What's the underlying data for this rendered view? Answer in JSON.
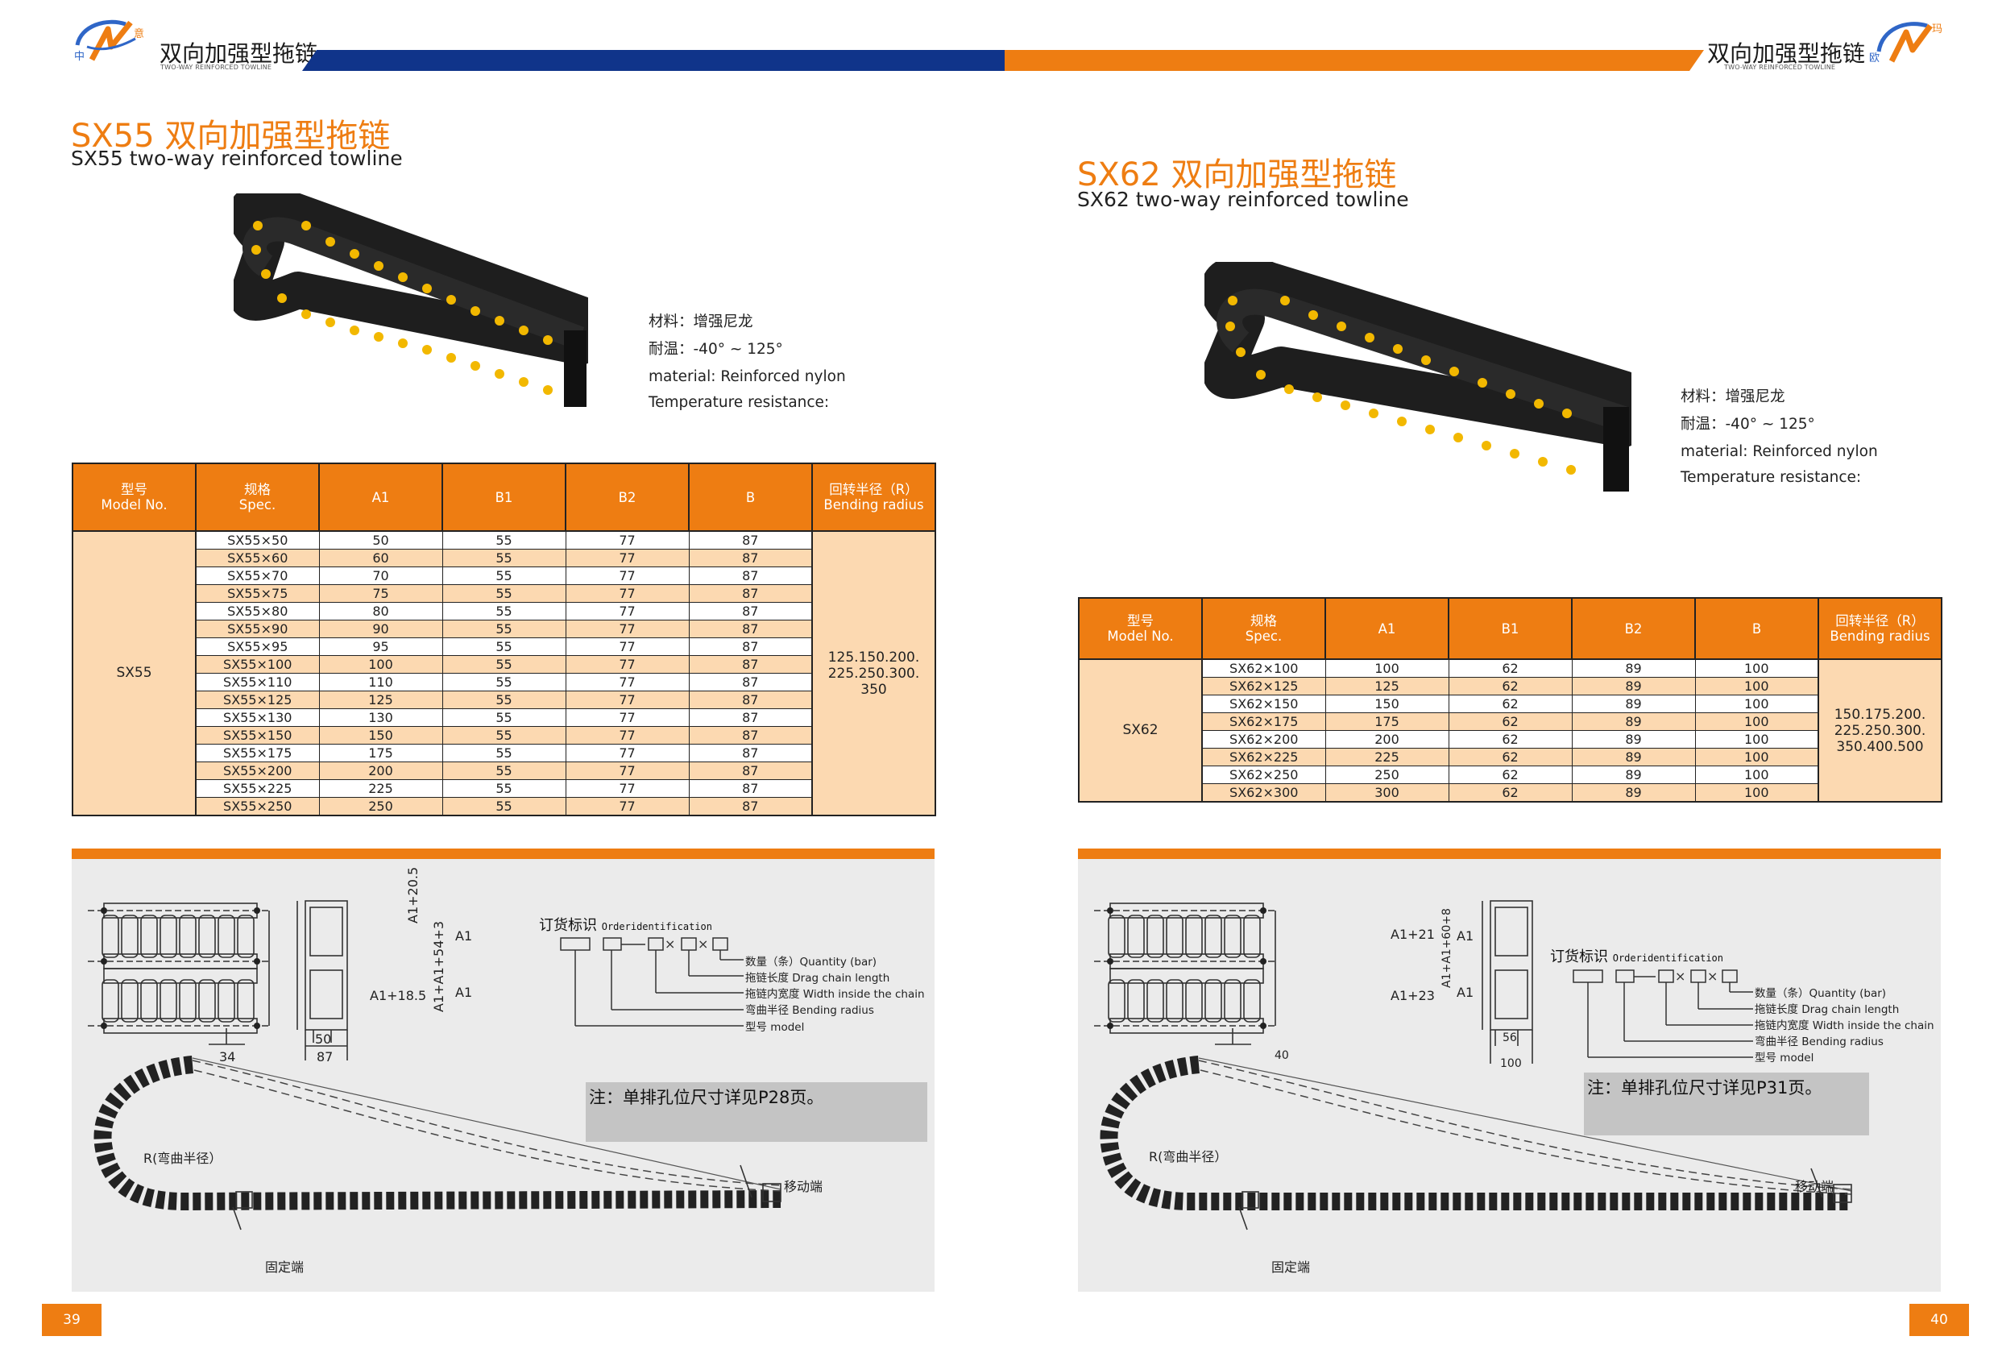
{
  "header": {
    "left_title": "双向加强型拖链",
    "left_subtitle": "TWO-WAY REINFORCED TOWLINE",
    "right_title": "双向加强型拖链",
    "right_subtitle": "TWO-WAY REINFORCED TOWLINE",
    "logo_left_chars": [
      "中",
      "意"
    ],
    "logo_right_chars": [
      "欧",
      "玛"
    ]
  },
  "left": {
    "title": "SX55 双向加强型拖链",
    "subtitle": "SX55 two-way reinforced towline",
    "specs": {
      "material_cn": "材料：增强尼龙",
      "temp_cn": "耐温：-40°  ~ 125°",
      "material_en": "material: Reinforced nylon",
      "temp_en": "Temperature resistance:"
    },
    "table": {
      "headers": [
        {
          "cn": "型号",
          "en": "Model No."
        },
        {
          "cn": "规格",
          "en": "Spec."
        },
        {
          "cn": "A1",
          "en": ""
        },
        {
          "cn": "B1",
          "en": ""
        },
        {
          "cn": "B2",
          "en": ""
        },
        {
          "cn": "B",
          "en": ""
        },
        {
          "cn": "回转半径（R）",
          "en": "Bending radius"
        }
      ],
      "model": "SX55",
      "radius_lines": [
        "125.150.200.",
        "225.250.300.",
        "350"
      ],
      "rows": [
        [
          "SX55×50",
          "50",
          "55",
          "77",
          "87"
        ],
        [
          "SX55×60",
          "60",
          "55",
          "77",
          "87"
        ],
        [
          "SX55×70",
          "70",
          "55",
          "77",
          "87"
        ],
        [
          "SX55×75",
          "75",
          "55",
          "77",
          "87"
        ],
        [
          "SX55×80",
          "80",
          "55",
          "77",
          "87"
        ],
        [
          "SX55×90",
          "90",
          "55",
          "77",
          "87"
        ],
        [
          "SX55×95",
          "95",
          "55",
          "77",
          "87"
        ],
        [
          "SX55×100",
          "100",
          "55",
          "77",
          "87"
        ],
        [
          "SX55×110",
          "110",
          "55",
          "77",
          "87"
        ],
        [
          "SX55×125",
          "125",
          "55",
          "77",
          "87"
        ],
        [
          "SX55×130",
          "130",
          "55",
          "77",
          "87"
        ],
        [
          "SX55×150",
          "150",
          "55",
          "77",
          "87"
        ],
        [
          "SX55×175",
          "175",
          "55",
          "77",
          "87"
        ],
        [
          "SX55×200",
          "200",
          "55",
          "77",
          "87"
        ],
        [
          "SX55×225",
          "225",
          "55",
          "77",
          "87"
        ],
        [
          "SX55×250",
          "250",
          "55",
          "77",
          "87"
        ]
      ]
    },
    "diagram": {
      "dim_a1_20": "A1+20.5",
      "dim_a1_18": "A1+18.5",
      "dim_a1_54": "A1+A1+54+3",
      "dim_a1_top": "A1",
      "dim_a1_bottom": "A1",
      "dim_pitch": "34",
      "dim_inner": "50",
      "dim_outer": "87",
      "order_title_cn": "订货标识",
      "order_title_en": "Orderidentification",
      "order_labels": [
        "数量（条）Quantity (bar)",
        "拖链长度 Drag chain length",
        "拖链内宽度 Width inside the chain",
        "弯曲半径 Bending radius",
        "型号 model"
      ],
      "note": "注：单排孔位尺寸详见P28页。",
      "radius_label": "R(弯曲半径）",
      "moving_end": "移动端",
      "fixed_end": "固定端"
    },
    "page_number": "39"
  },
  "right": {
    "title": "SX62 双向加强型拖链",
    "subtitle": "SX62 two-way reinforced towline",
    "specs": {
      "material_cn": "材料：增强尼龙",
      "temp_cn": "耐温：-40°  ~ 125°",
      "material_en": "material: Reinforced nylon",
      "temp_en": "Temperature resistance:"
    },
    "table": {
      "headers": [
        {
          "cn": "型号",
          "en": "Model No."
        },
        {
          "cn": "规格",
          "en": "Spec."
        },
        {
          "cn": "A1",
          "en": ""
        },
        {
          "cn": "B1",
          "en": ""
        },
        {
          "cn": "B2",
          "en": ""
        },
        {
          "cn": "B",
          "en": ""
        },
        {
          "cn": "回转半径（R）",
          "en": "Bending radius"
        }
      ],
      "model": "SX62",
      "radius_lines": [
        "150.175.200.",
        "225.250.300.",
        "350.400.500"
      ],
      "rows": [
        [
          "SX62×100",
          "100",
          "62",
          "89",
          "100"
        ],
        [
          "SX62×125",
          "125",
          "62",
          "89",
          "100"
        ],
        [
          "SX62×150",
          "150",
          "62",
          "89",
          "100"
        ],
        [
          "SX62×175",
          "175",
          "62",
          "89",
          "100"
        ],
        [
          "SX62×200",
          "200",
          "62",
          "89",
          "100"
        ],
        [
          "SX62×225",
          "225",
          "62",
          "89",
          "100"
        ],
        [
          "SX62×250",
          "250",
          "62",
          "89",
          "100"
        ],
        [
          "SX62×300",
          "300",
          "62",
          "89",
          "100"
        ]
      ]
    },
    "diagram": {
      "dim_a1_21": "A1+21",
      "dim_a1_23": "A1+23",
      "dim_a1_60": "A1+A1+60+8",
      "dim_a1_top": "A1",
      "dim_a1_bottom": "A1",
      "dim_pitch": "40",
      "dim_inner": "56",
      "dim_outer": "100",
      "order_title_cn": "订货标识",
      "order_title_en": "Orderidentification",
      "order_labels": [
        "数量（条）Quantity (bar)",
        "拖链长度 Drag chain length",
        "拖链内宽度 Width inside the chain",
        "弯曲半径 Bending radius",
        "型号 model"
      ],
      "note": "注：单排孔位尺寸详见P31页。",
      "radius_label": "R(弯曲半径）",
      "moving_end": "移动端",
      "fixed_end": "固定端"
    },
    "page_number": "40"
  },
  "colors": {
    "accent_orange": "#ee7d12",
    "accent_blue": "#10348a",
    "table_fill": "#fcd9b1",
    "panel_gray": "#ebebeb",
    "note_gray": "#c4c4c4"
  }
}
